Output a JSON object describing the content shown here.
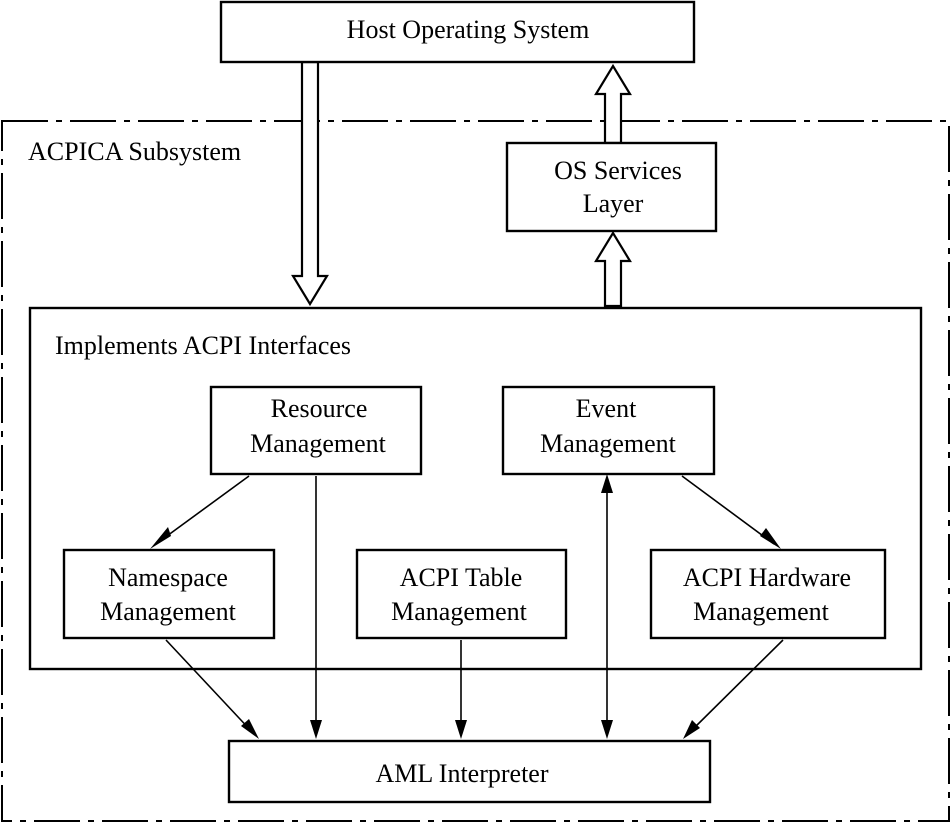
{
  "subsystem": {
    "title": "ACPICA Subsystem"
  },
  "interfaces": {
    "title": "Implements ACPI Interfaces"
  },
  "nodes": {
    "host_os": {
      "lines": [
        "Host Operating System"
      ]
    },
    "os_services": {
      "lines": [
        "OS Services",
        "Layer"
      ]
    },
    "resource_mgmt": {
      "lines": [
        "Resource",
        "Management"
      ]
    },
    "event_mgmt": {
      "lines": [
        "Event",
        "Management"
      ]
    },
    "namespace_mgmt": {
      "lines": [
        "Namespace",
        "Management"
      ]
    },
    "table_mgmt": {
      "lines": [
        "ACPI Table",
        "Management"
      ]
    },
    "hardware_mgmt": {
      "lines": [
        "ACPI Hardware",
        "Management"
      ]
    },
    "aml_interpreter": {
      "lines": [
        "AML Interpreter"
      ]
    }
  },
  "edges": [
    {
      "from": "host_os",
      "to": "interfaces",
      "style": "hollow"
    },
    {
      "from": "interfaces",
      "to": "os_services",
      "style": "hollow"
    },
    {
      "from": "os_services",
      "to": "host_os",
      "style": "hollow"
    },
    {
      "from": "resource_mgmt",
      "to": "namespace_mgmt",
      "style": "line"
    },
    {
      "from": "resource_mgmt",
      "to": "aml_interpreter",
      "style": "line"
    },
    {
      "from": "event_mgmt",
      "to": "hardware_mgmt",
      "style": "line"
    },
    {
      "from": "event_mgmt",
      "to": "aml_interpreter",
      "style": "line-bidirectional"
    },
    {
      "from": "namespace_mgmt",
      "to": "aml_interpreter",
      "style": "line"
    },
    {
      "from": "table_mgmt",
      "to": "aml_interpreter",
      "style": "line"
    },
    {
      "from": "hardware_mgmt",
      "to": "aml_interpreter",
      "style": "line"
    }
  ]
}
